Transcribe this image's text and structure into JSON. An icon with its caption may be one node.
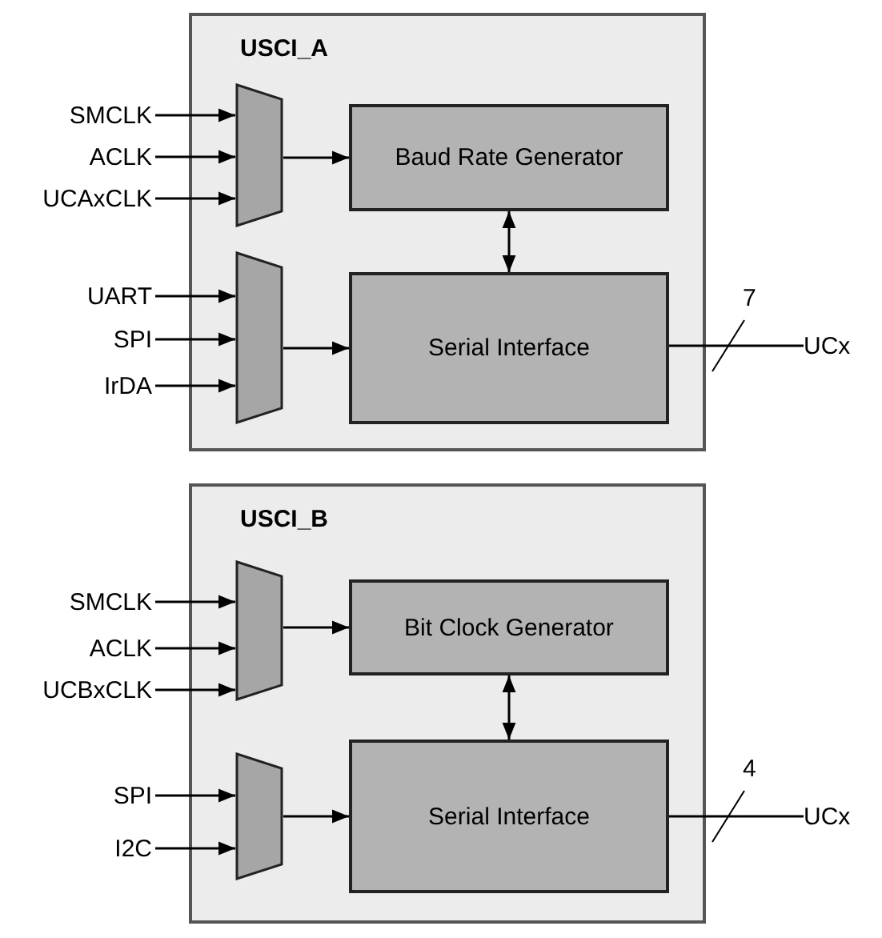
{
  "diagram": {
    "nodes": [
      {
        "text": [
          "USCI_A"
        ]
      },
      {
        "text": [
          "SMCLK"
        ]
      },
      {
        "text": [
          "ACLK"
        ]
      },
      {
        "text": [
          "UCAxCLK"
        ]
      },
      {
        "text": [],
        "shape": "trapezoid",
        "in": 0
      },
      {
        "text": [
          "Baud Rate Generator"
        ],
        "in": 0
      },
      {
        "text": [
          "UART"
        ]
      },
      {
        "text": [
          "SPI"
        ]
      },
      {
        "text": [
          "IrDA"
        ]
      },
      {
        "text": [],
        "shape": "trapezoid",
        "in": 0
      },
      {
        "text": [
          "Serial Interface"
        ],
        "in": 0
      },
      {
        "text": [
          "UCx"
        ]
      },
      {
        "text": [
          "USCI_B"
        ]
      },
      {
        "text": [
          "SMCLK"
        ]
      },
      {
        "text": [
          "ACLK"
        ]
      },
      {
        "text": [
          "UCBxCLK"
        ]
      },
      {
        "text": [],
        "shape": "trapezoid",
        "in": 12
      },
      {
        "text": [
          "Bit Clock Generator"
        ],
        "in": 12
      },
      {
        "text": [
          "SPI"
        ]
      },
      {
        "text": [
          "I2C"
        ]
      },
      {
        "text": [],
        "shape": "trapezoid",
        "in": 12
      },
      {
        "text": [
          "Serial Interface"
        ],
        "in": 12
      },
      {
        "text": [
          "UCx"
        ]
      }
    ],
    "edges": [
      {
        "from": 1,
        "to": 4,
        "arrow": "to"
      },
      {
        "from": 2,
        "to": 4,
        "arrow": "to"
      },
      {
        "from": 3,
        "to": 4,
        "arrow": "to"
      },
      {
        "from": 4,
        "to": 5,
        "arrow": "to"
      },
      {
        "from": 5,
        "to": 10,
        "arrow": "both"
      },
      {
        "from": 6,
        "to": 9,
        "arrow": "to"
      },
      {
        "from": 7,
        "to": 9,
        "arrow": "to"
      },
      {
        "from": 8,
        "to": 9,
        "arrow": "to"
      },
      {
        "from": 9,
        "to": 10,
        "arrow": "to"
      },
      {
        "from": 10,
        "to": 11,
        "arrow": "none",
        "label": "7"
      },
      {
        "from": 13,
        "to": 16,
        "arrow": "to"
      },
      {
        "from": 14,
        "to": 16,
        "arrow": "to"
      },
      {
        "from": 15,
        "to": 16,
        "arrow": "to"
      },
      {
        "from": 16,
        "to": 17,
        "arrow": "to"
      },
      {
        "from": 17,
        "to": 21,
        "arrow": "both"
      },
      {
        "from": 18,
        "to": 20,
        "arrow": "to"
      },
      {
        "from": 19,
        "to": 20,
        "arrow": "to"
      },
      {
        "from": 20,
        "to": 21,
        "arrow": "to"
      },
      {
        "from": 21,
        "to": 22,
        "arrow": "none",
        "label": "4"
      }
    ]
  }
}
